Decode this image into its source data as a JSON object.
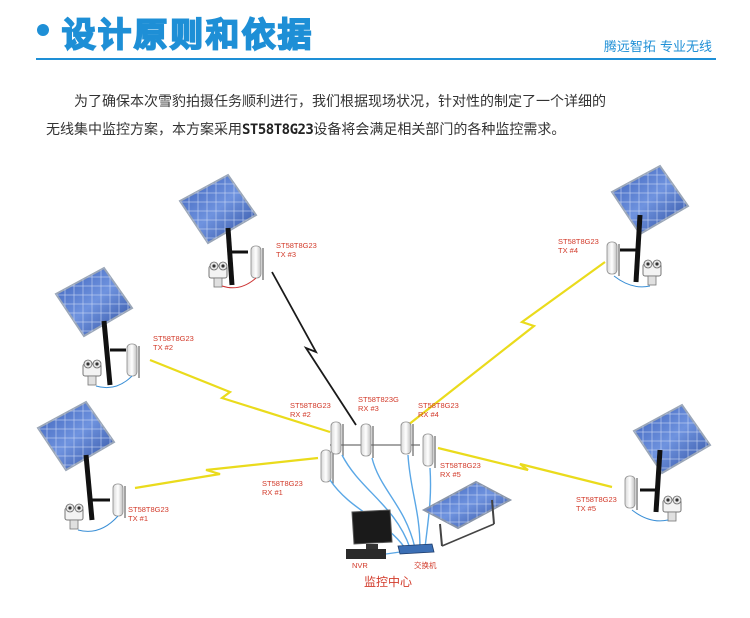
{
  "header": {
    "title": "设计原则和依据",
    "brand": "腾远智拓  专业无线"
  },
  "intro": {
    "line1": "为了确保本次雪豹拍摄任务顺利进行，我们根据现场状况，针对性的制定了一个详细的",
    "line2_pre": "无线集中监控方案，本方案采用",
    "model": "ST58T8G23",
    "line2_post": "设备将会满足相关部门的各种监控需求。"
  },
  "diagram": {
    "tx_nodes": [
      {
        "model": "ST58T8G23",
        "label": "TX #1"
      },
      {
        "model": "ST58T8G23",
        "label": "TX #2"
      },
      {
        "model": "ST58T8G23",
        "label": "TX #3"
      },
      {
        "model": "ST58T8G23",
        "label": "TX #4"
      },
      {
        "model": "ST58T8G23",
        "label": "TX #5"
      }
    ],
    "rx_nodes": [
      {
        "model": "ST58T8G23",
        "label": "RX #1"
      },
      {
        "model": "ST58T8G23",
        "label": "RX #2"
      },
      {
        "model": "ST58T823G",
        "label": "RX #3"
      },
      {
        "model": "ST58T8G23",
        "label": "RX #4"
      },
      {
        "model": "ST58T8G23",
        "label": "RX #5"
      }
    ],
    "nvr_label": "NVR",
    "switch_label": "交换机",
    "center_label": "监控中心"
  },
  "colors": {
    "accent": "#1e8fd6",
    "label_red": "#d23a2a",
    "link_yellow": "#f0e020"
  }
}
